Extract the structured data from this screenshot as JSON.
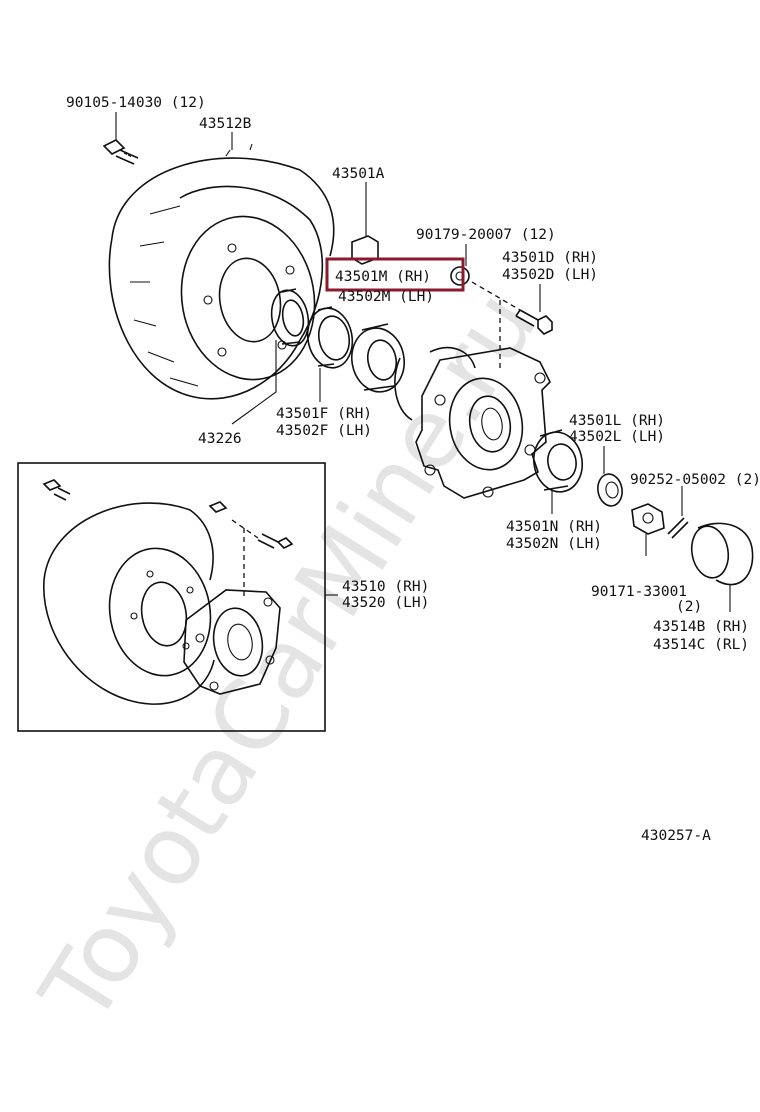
{
  "watermark": "ToyotaCarMine.ru",
  "highlight_color": "#8b1a2e",
  "figure_id": "430257-A",
  "labels": {
    "bolt_top": "90105-14030 (12)",
    "drum": "43512B",
    "part_43501A": "43501A",
    "nut_90179": "90179-20007 (12)",
    "stud_rh": "43501D (RH)",
    "stud_lh": "43502D (LH)",
    "highlighted_rh": "43501M (RH)",
    "highlighted_lh": "43502M (LH)",
    "seal_43226": "43226",
    "bearing_f_rh": "43501F (RH)",
    "bearing_f_lh": "43502F (LH)",
    "bearing_l_rh": "43501L (RH)",
    "bearing_l_lh": "43502L (LH)",
    "pin_90252": "90252-05002 (2)",
    "bearing_n_rh": "43501N (RH)",
    "bearing_n_lh": "43502N (LH)",
    "nut_90171": "90171-33001",
    "nut_90171_qty": "(2)",
    "cap_rh": "43514B (RH)",
    "cap_rl": "43514C (RL)",
    "inset_rh": "43510 (RH)",
    "inset_lh": "43520 (LH)"
  }
}
